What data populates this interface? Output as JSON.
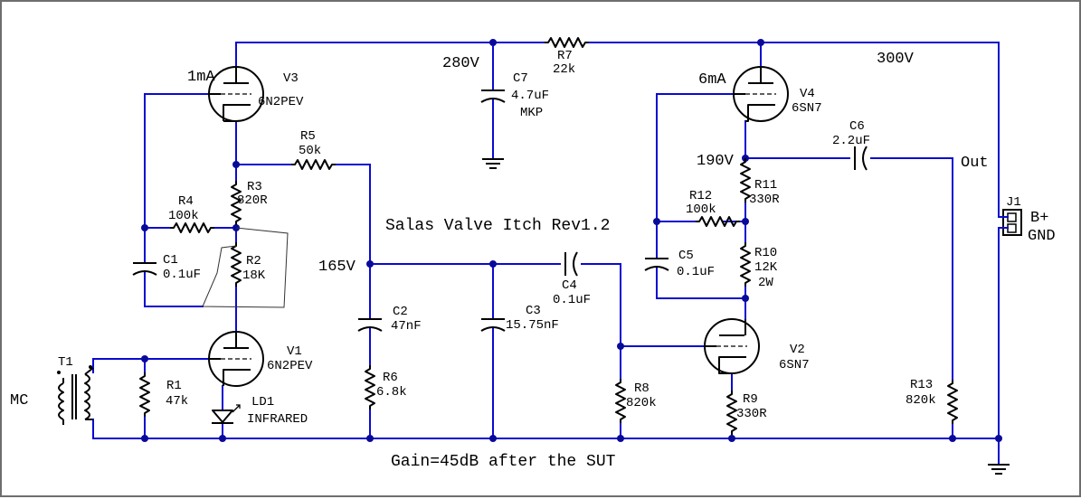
{
  "title": "Salas Valve Itch Rev1.2",
  "gain_note": "Gain=45dB after the SUT",
  "voltages": {
    "v280": "280V",
    "v300": "300V",
    "v165": "165V",
    "v190": "190V",
    "i1ma": "1mA",
    "i6ma": "6mA"
  },
  "io": {
    "mc": "MC",
    "out": "Out",
    "bplus": "B+",
    "gnd": "GND"
  },
  "components": {
    "R1": {
      "ref": "R1",
      "value": "47k"
    },
    "R2": {
      "ref": "R2",
      "value": "18K"
    },
    "R3": {
      "ref": "R3",
      "value": "820R"
    },
    "R4": {
      "ref": "R4",
      "value": "100k"
    },
    "R5": {
      "ref": "R5",
      "value": "50k"
    },
    "R6": {
      "ref": "R6",
      "value": "6.8k"
    },
    "R7": {
      "ref": "R7",
      "value": "22k"
    },
    "R8": {
      "ref": "R8",
      "value": "820k"
    },
    "R9": {
      "ref": "R9",
      "value": "330R"
    },
    "R10": {
      "ref": "R10",
      "value": "12K",
      "extra": "2W"
    },
    "R11": {
      "ref": "R11",
      "value": "330R"
    },
    "R12": {
      "ref": "R12",
      "value": "100k"
    },
    "R13": {
      "ref": "R13",
      "value": "820k"
    },
    "C1": {
      "ref": "C1",
      "value": "0.1uF"
    },
    "C2": {
      "ref": "C2",
      "value": "47nF"
    },
    "C3": {
      "ref": "C3",
      "value": "15.75nF"
    },
    "C4": {
      "ref": "C4",
      "value": "0.1uF"
    },
    "C5": {
      "ref": "C5",
      "value": "0.1uF"
    },
    "C6": {
      "ref": "C6",
      "value": "2.2uF"
    },
    "C7": {
      "ref": "C7",
      "value": "4.7uF",
      "extra": "MKP"
    },
    "V1": {
      "ref": "V1",
      "value": "6N2PEV"
    },
    "V2": {
      "ref": "V2",
      "value": "6SN7"
    },
    "V3": {
      "ref": "V3",
      "value": "6N2PEV"
    },
    "V4": {
      "ref": "V4",
      "value": "6SN7"
    },
    "T1": {
      "ref": "T1"
    },
    "LD1": {
      "ref": "LD1",
      "value": "INFRARED"
    },
    "J1": {
      "ref": "J1"
    }
  }
}
